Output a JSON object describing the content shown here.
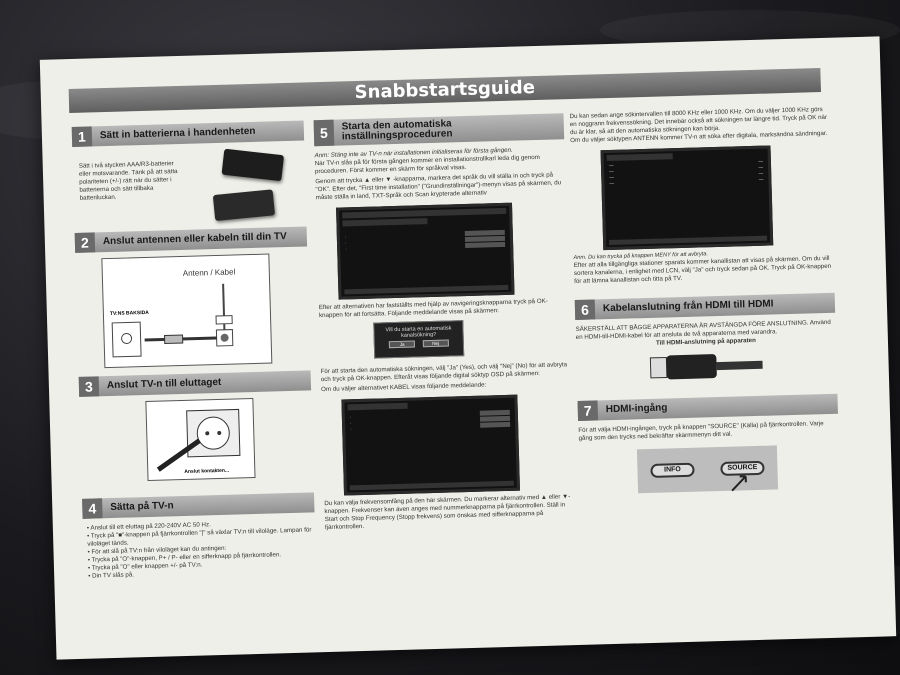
{
  "title": "Snabbstartsguide",
  "sections": {
    "s1": {
      "num": "1",
      "title": "Sätt in batterierna i handenheten",
      "text": "Sätt i två stycken AAA/R3-batterier eller motsvarande. Tänk på att sätta polariteten (+/-) rätt när du sätter i batterierna och sätt tillbaka batteriluckan."
    },
    "s2": {
      "num": "2",
      "title": "Anslut antennen eller kabeln till din TV",
      "label_antenna": "Antenn / Kabel",
      "label_back": "TV:NS BAKSIDA"
    },
    "s3": {
      "num": "3",
      "title": "Anslut TV-n till eluttaget",
      "label_plug": "Anslut kontakten..."
    },
    "s4": {
      "num": "4",
      "title": "Sätta på TV-n",
      "lines": [
        "• Anslut till ett eluttag på 220-240V AC 50 Hz.",
        "• Tryck på \"■\"-knappen på fjärrkontrollen \"|\" så växlar TV:n till viloläge. Lampan för viloläget tänds.",
        "• För att slå på TV:n från viloläget kan du antingen:",
        "• Trycka på \"O\"-knappen, P+ / P- eller en sifferknapp på fjärrkontrollen.",
        "• Trycka på \"O\" eller knappen +/- på TV:n.",
        "• Din TV slås på."
      ]
    },
    "s5": {
      "num": "5",
      "title": "Starta den automatiska inställningsproceduren",
      "note": "Anm: Stäng inte av TV-n när installationen initialiseras för första gången.",
      "p1": "När TV-n slås på för första gången kommer en installationstrollkarl leda dig genom proceduren. Först kommer en skärm för språkval visas.",
      "p2": "Genom att trycka ▲ eller ▼ -knapparna, markera det språk du vill ställa in och tryck på \"OK\". Efter det, \"First time installation\" (\"Grundinställningar\")-menyn visas på skärmen, du måste ställa in land, TXT-Språk och Scan krypterade alternativ",
      "p3": "Efter att alternativen har fastställts med hjälp av navigeringsknapparna tryck på OK-knappen för att fortsätta. Följande meddelande visas på skärmen:",
      "dialog_text": "Vill du starta en automatisk kanalsökning?",
      "p4": "För att starta den automatiska sökningen, välj \"Ja\" (Yes), och välj \"Nej\" (No) för att avbryta och tryck på OK-knappen. Efteråt visas följande digital söktyp OSD på skärmen:",
      "p5": "Om du väljer alternativet KABEL visas följande meddelande:",
      "p6": "Du kan välja frekvensomfång på den här skärmen. Du markerar alternativ med ▲ eller ▼-knappen. Frekvenser kan även anges med nummerknapparna på fjärrkontrollen. Ställ in Start och Stop Frequency (Stopp frekvens) som önskas med sifferknapparna på fjärrkontrollen."
    },
    "s5b": {
      "p1": "Du kan sedan ange sökintervallen till 8000 KHz eller 1000 KHz. Om du väljer 1000 KHz görs en noggrann frekvenssökning. Det innebär också att sökningen tar längre tid. Tryck på OK när du är klar, så att den automatiska sökningen kan börja.",
      "p2": "Om du väljer söktypen ANTENN kommer TV-n att söka efter digitala, marksändna sändningar.",
      "note": "Anm. Du kan trycka på knappen MENY för att avbryta.",
      "p3": "Efter att alla tillgängliga stationer sparats kommer kanallistan att visas på skärmen. Om du vill sortera kanalerna, i enlighet med LCN, välj \"Ja\" och tryck sedan på OK. Tryck på OK-knappen för att lämna kanallistan och titta på TV."
    },
    "s6": {
      "num": "6",
      "title": "Kabelanslutning från HDMI till HDMI",
      "text": "SÄKERSTÄLL ATT BÅGGE APPARATERNA ÄR AVSTÄNGDA FÖRE ANSLUTNING. Använd en HDMI-till-HDMI-kabel för att ansluta de två apparaterna med varandra.",
      "caption": "Till HDMI-anslutning på apparaten"
    },
    "s7": {
      "num": "7",
      "title": "HDMI-ingång",
      "text": "För att välja HDMI-ingången, tryck på knappen \"SOURCE\" (Källa) på fjärrkontrollen. Varje gång som den trycks ned bekräftar skärmmenyn ditt val.",
      "btn_info": "INFO",
      "btn_source": "SOURCE"
    }
  },
  "dialog_buttons": [
    "Ja",
    "Nej"
  ]
}
